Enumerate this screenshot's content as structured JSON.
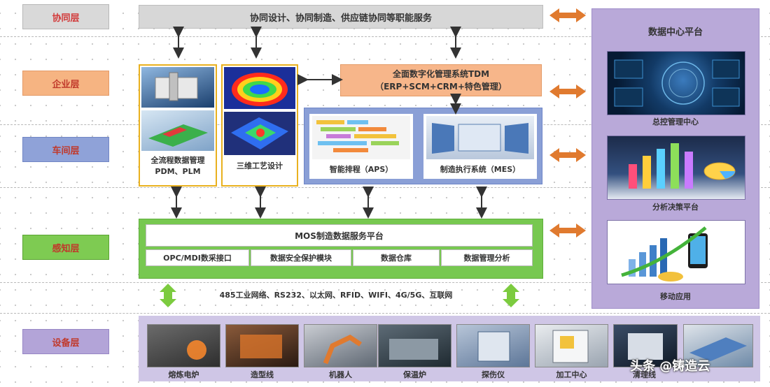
{
  "layers": {
    "coop": "协同层",
    "enterprise": "企业层",
    "workshop": "车间层",
    "sensing": "感知层",
    "device": "设备层"
  },
  "coop_bar": "协同设计、协同制造、供应链协同等职能服务",
  "data_center": {
    "title": "数据中心平台",
    "items": [
      {
        "caption": "总控管理中心"
      },
      {
        "caption": "分析决策平台"
      },
      {
        "caption": "移动应用"
      }
    ]
  },
  "design": {
    "plm_caption": "全流程数据管理PDM、PLM",
    "process_caption": "三维工艺设计"
  },
  "tdm": {
    "line1": "全面数字化管理系统TDM",
    "line2": "（ERP+SCM+CRM+特色管理）"
  },
  "workshop": {
    "aps_caption": "智能排程（APS）",
    "mes_caption": "制造执行系统（MES）"
  },
  "mos": {
    "title": "MOS制造数据服务平台",
    "modules": [
      "OPC/MDI数采接口",
      "数据安全保护模块",
      "数据仓库",
      "数据管理分析"
    ]
  },
  "protocols": "485工业网络、RS232、以太网、RFID、WIFI、4G/5G、互联网",
  "devices": [
    "熔炼电炉",
    "造型线",
    "机器人",
    "保温炉",
    "探伤仪",
    "加工中心",
    "清理线",
    ""
  ],
  "watermark": "头条 @铸造云",
  "colors": {
    "arrow_dark": "#333333",
    "arrow_orange": "#e07a2f",
    "arrow_green": "#7ccb3f"
  }
}
